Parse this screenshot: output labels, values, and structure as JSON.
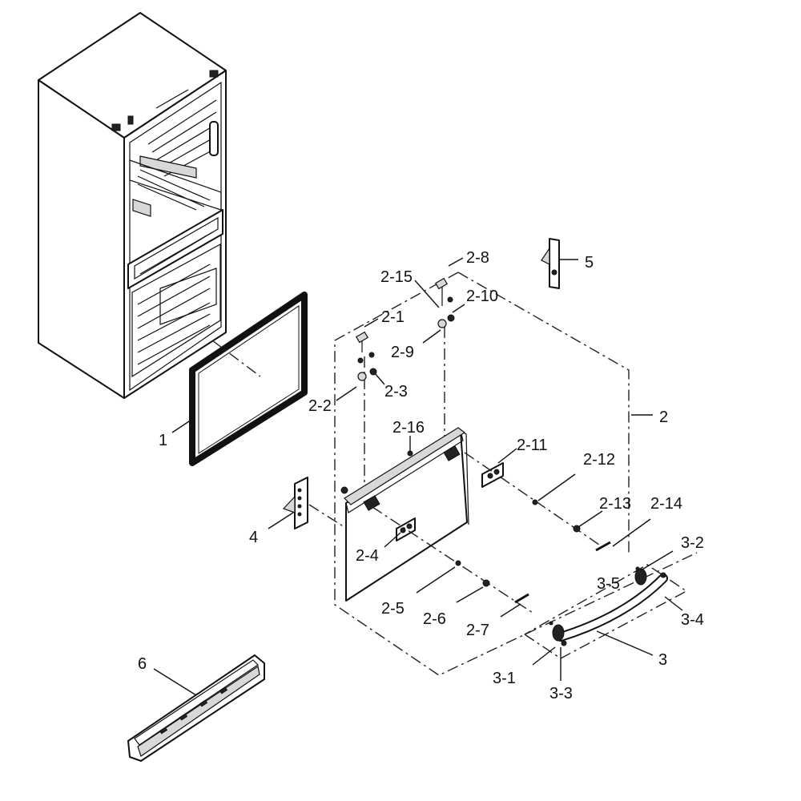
{
  "callouts": {
    "p1": "1",
    "p2": "2",
    "p2_1": "2-1",
    "p2_2": "2-2",
    "p2_3": "2-3",
    "p2_4": "2-4",
    "p2_5": "2-5",
    "p2_6": "2-6",
    "p2_7": "2-7",
    "p2_8": "2-8",
    "p2_9": "2-9",
    "p2_10": "2-10",
    "p2_11": "2-11",
    "p2_12": "2-12",
    "p2_13": "2-13",
    "p2_14": "2-14",
    "p2_15": "2-15",
    "p2_16": "2-16",
    "p3": "3",
    "p3_1": "3-1",
    "p3_2": "3-2",
    "p3_3": "3-3",
    "p3_4": "3-4",
    "p3_5": "3-5",
    "p4": "4",
    "p5": "5",
    "p6": "6"
  }
}
